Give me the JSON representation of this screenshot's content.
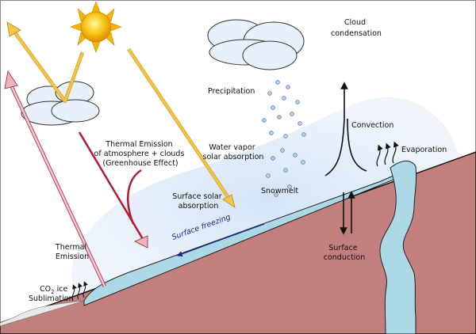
{
  "labels": {
    "cloud_condensation": [
      "Cloud",
      "condensation"
    ],
    "precipitation": "Precipitation",
    "convection": "Convection",
    "evaporation": "Evaporation",
    "thermal_emission_atm": [
      "Thermal Emission",
      "of atmosphere + clouds",
      "(Greenhouse Effect)"
    ],
    "water_vapor": [
      "Water vapor",
      "solar absorption"
    ],
    "surface_solar": [
      "Surface solar",
      "absorption"
    ],
    "snowmelt": "Snowmelt",
    "surface_freezing": "Surface freezing",
    "surface_conduction": [
      "Surface",
      "conduction"
    ],
    "thermal_emission": [
      "Thermal",
      "Emission"
    ],
    "co2_ice_sublimation": [
      "CO",
      "2",
      " ice",
      "Sublimation"
    ]
  },
  "colors": {
    "sky_glow": "#d6e6f8",
    "ground": "#c27f7e",
    "ice": "#add8e6",
    "sun_core": "#f5b400",
    "solar_arrow": "#f0be3c",
    "thermal_arrow": "#f2b3bd",
    "greenhouse_arrow": "#b01c32",
    "freezing_arrow": "#1a2a88",
    "cloud": "#e8f1fb"
  }
}
